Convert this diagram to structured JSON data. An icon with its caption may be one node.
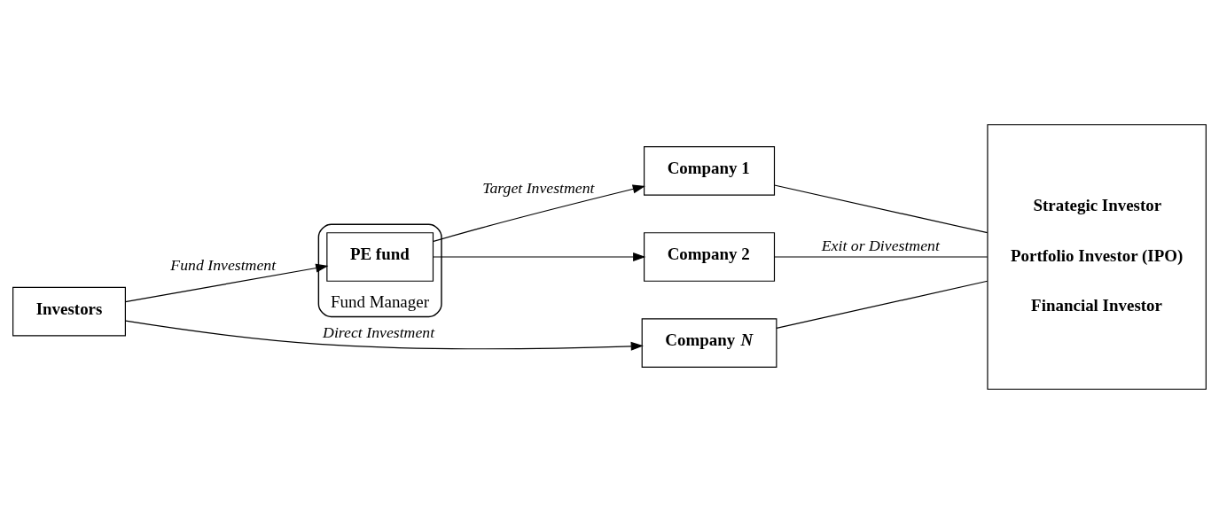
{
  "diagram": {
    "nodes": [
      {
        "text": [
          "Investors"
        ]
      },
      {
        "text": [
          "Fund Manager"
        ]
      },
      {
        "text": [
          "PE fund"
        ],
        "in": 1
      },
      {
        "text": [
          "Company 1"
        ]
      },
      {
        "text": [
          "Company 2"
        ]
      },
      {
        "text": [
          "Company *N*"
        ]
      },
      {
        "text": [
          "Strategic Investor",
          "Portfolio Investor (IPO)",
          "Financial Investor"
        ]
      }
    ],
    "edges": [
      {
        "from": 0,
        "to": 2,
        "arrow": "to",
        "label": "Fund Investment"
      },
      {
        "from": 2,
        "to": 3,
        "arrow": "to",
        "label": "Target Investment"
      },
      {
        "from": 2,
        "to": 4,
        "arrow": "to"
      },
      {
        "from": 0,
        "to": 5,
        "arrow": "to",
        "label": "Direct Investment"
      },
      {
        "from": 3,
        "to": 6,
        "arrow": "none"
      },
      {
        "from": 4,
        "to": 6,
        "arrow": "none",
        "label": "Exit or Divestment"
      },
      {
        "from": 5,
        "to": 6,
        "arrow": "none"
      }
    ]
  }
}
